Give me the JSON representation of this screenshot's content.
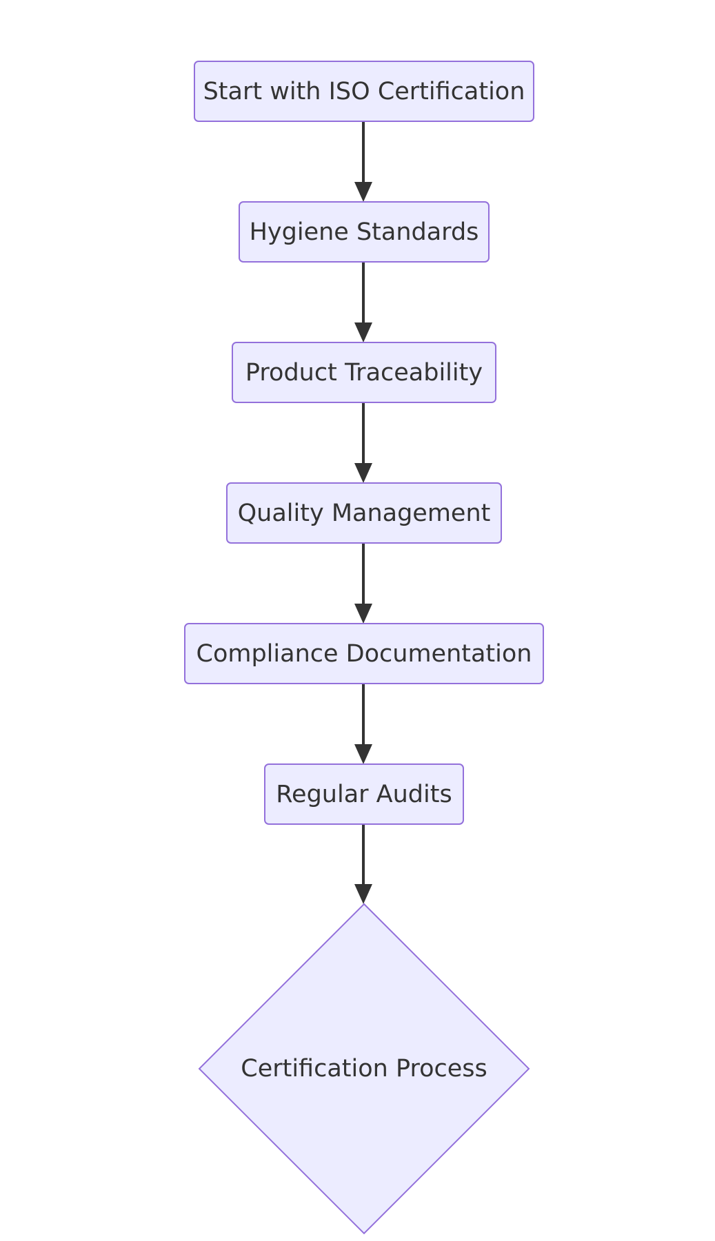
{
  "diagram": {
    "type": "flowchart",
    "direction": "top-to-bottom",
    "colors": {
      "node_fill": "#ECECFF",
      "node_stroke": "#9370DB",
      "edge": "#333333",
      "text": "#333333"
    },
    "nodes": [
      {
        "id": "start",
        "label": "Start with ISO Certification",
        "shape": "rectangle"
      },
      {
        "id": "hygiene",
        "label": "Hygiene Standards",
        "shape": "rectangle"
      },
      {
        "id": "traceability",
        "label": "Product Traceability",
        "shape": "rectangle"
      },
      {
        "id": "quality",
        "label": "Quality Management",
        "shape": "rectangle"
      },
      {
        "id": "compliance",
        "label": "Compliance Documentation",
        "shape": "rectangle"
      },
      {
        "id": "audits",
        "label": "Regular Audits",
        "shape": "rectangle"
      },
      {
        "id": "certification",
        "label": "Certification Process",
        "shape": "diamond"
      }
    ],
    "edges": [
      {
        "from": "start",
        "to": "hygiene"
      },
      {
        "from": "hygiene",
        "to": "traceability"
      },
      {
        "from": "traceability",
        "to": "quality"
      },
      {
        "from": "quality",
        "to": "compliance"
      },
      {
        "from": "compliance",
        "to": "audits"
      },
      {
        "from": "audits",
        "to": "certification"
      }
    ]
  }
}
